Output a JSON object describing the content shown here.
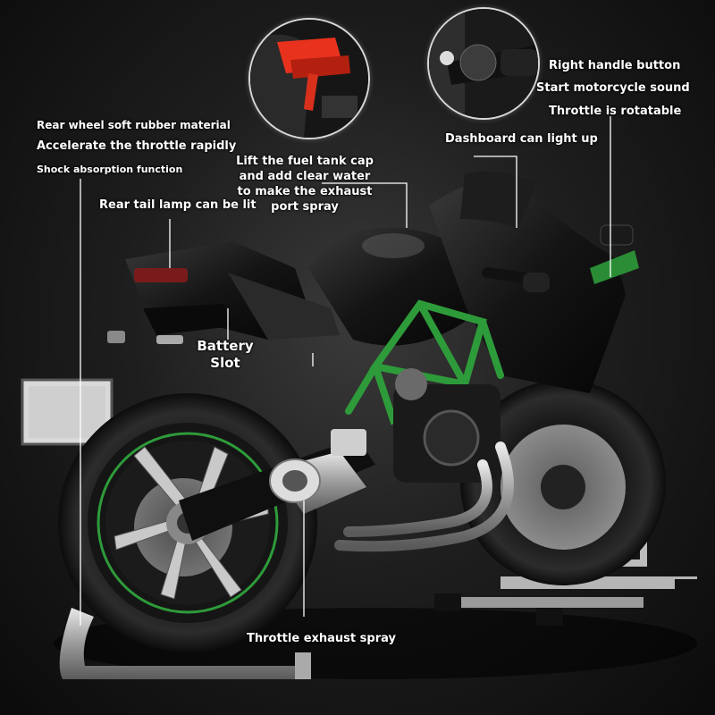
{
  "callouts": {
    "rear_wheel_rubber": "Rear wheel soft rubber material",
    "accelerate_throttle": "Accelerate the throttle rapidly",
    "shock_absorption": "Shock absorption function",
    "rear_tail_lamp": "Rear tail lamp can be lit",
    "fuel_tank_line1": "Lift the fuel tank cap",
    "fuel_tank_line2": "and add clear water",
    "fuel_tank_line3": "to make the exhaust",
    "fuel_tank_line4": "port spray",
    "right_handle_button": "Right handle button",
    "start_sound": "Start motorcycle sound",
    "throttle_rotatable": "Throttle is rotatable",
    "dashboard_light": "Dashboard can light up",
    "battery_line1": "Battery",
    "battery_line2": "Slot",
    "throttle_exhaust_spray": "Throttle exhaust spray"
  },
  "colors": {
    "background": "#1e1e1e",
    "text": "#ffffff",
    "accent_green": "#2e9b3a",
    "fuel_cap_red": "#e8321e",
    "body_black": "#121212"
  },
  "icons": [
    "fuel-cap-detail-image",
    "handlebar-detail-image",
    "motorcycle-image",
    "paddock-stand-image"
  ]
}
